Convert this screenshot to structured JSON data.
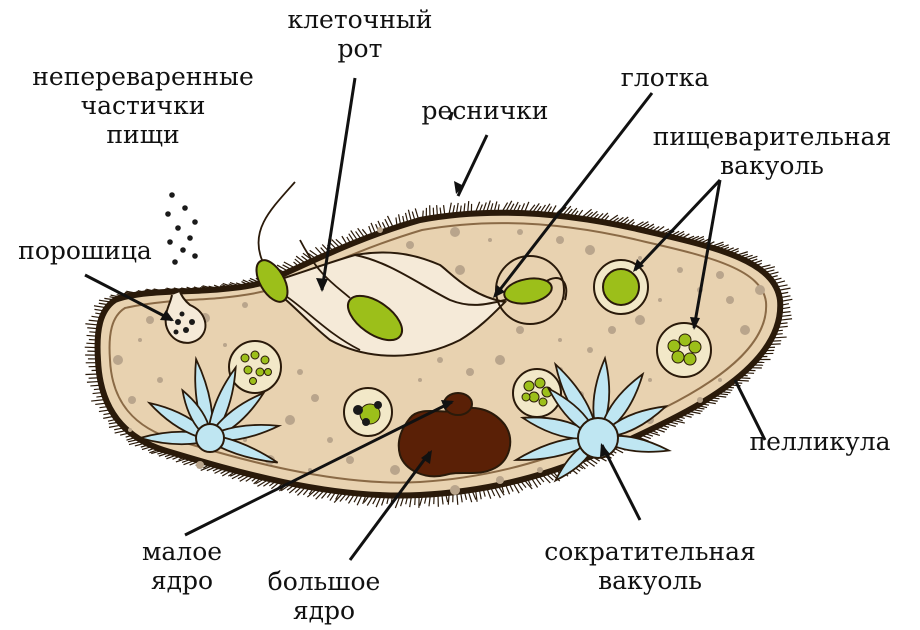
{
  "labels": {
    "cell_mouth": [
      "клеточный",
      "рот"
    ],
    "undigested": [
      "непереваренные",
      "частички",
      "пищи"
    ],
    "cilia": [
      "реснички"
    ],
    "pharynx": [
      "глотка"
    ],
    "digestive_vacuole": [
      "пищеварительная",
      "вакуоль"
    ],
    "anal_pore": [
      "порошица"
    ],
    "pellicle": [
      "пелликула"
    ],
    "micronucleus": [
      "малое",
      "ядро"
    ],
    "macronucleus": [
      "большое",
      "ядро"
    ],
    "contractile_vacuole": [
      "сократительная",
      "вакуоль"
    ]
  },
  "colors": {
    "cytoplasm": "#e8d2b0",
    "cell_outline": "#2a1a0a",
    "oral_groove": "#f5ead8",
    "food_green": "#9cbf1a",
    "vacuole_blue": "#bfe6f2",
    "nucleus": "#5a2006",
    "granule": "#b9a58c"
  }
}
